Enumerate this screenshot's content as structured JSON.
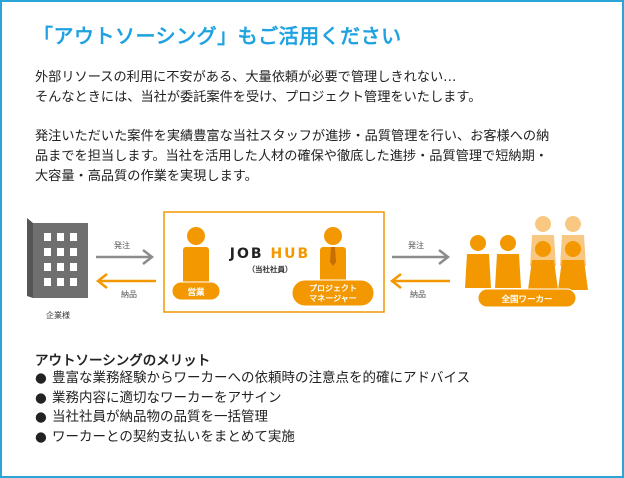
{
  "title": "「アウトソーシング」もご活用ください",
  "intro": [
    "外部リソースの利用に不安がある、大量依頼が必要で管理しきれない…",
    "そんなときには、当社が委託案件を受け、プロジェクト管理をいたします。"
  ],
  "description": [
    "発注いただいた案件を実績豊富な当社スタッフが進捗・品質管理を行い、お客様への納",
    "品までを担当します。当社を活用した人材の確保や徹底した進捗・品質管理で短納期・",
    "大容量・高品質の作業を実現します。"
  ],
  "diagram": {
    "client_label": "企業様",
    "order_label": "発注",
    "delivery_label": "納品",
    "logo_main": "JOBHUB",
    "logo_sub": "（当社社員）",
    "sales_label": "営業",
    "pm_label_line1": "プロジェクト",
    "pm_label_line2": "マネージャー",
    "workers_label": "全国ワーカー",
    "colors": {
      "orange": "#f39800",
      "gray": "#8c8c8c",
      "building": "#6f6f6f",
      "logo_black": "#222222",
      "logo_orange": "#f39800",
      "workers_light": "#f8c882"
    }
  },
  "merits": {
    "title": "アウトソーシングのメリット",
    "bullet": "●",
    "items": [
      "豊富な業務経験からワーカーへの依頼時の注意点を的確にアドバイス",
      "業務内容に適切なワーカーをアサイン",
      "当社社員が納品物の品質を一括管理",
      "ワーカーとの契約支払いをまとめて実施"
    ]
  },
  "accent_color": "#1fa2e0",
  "border_color": "#2ba5d8"
}
